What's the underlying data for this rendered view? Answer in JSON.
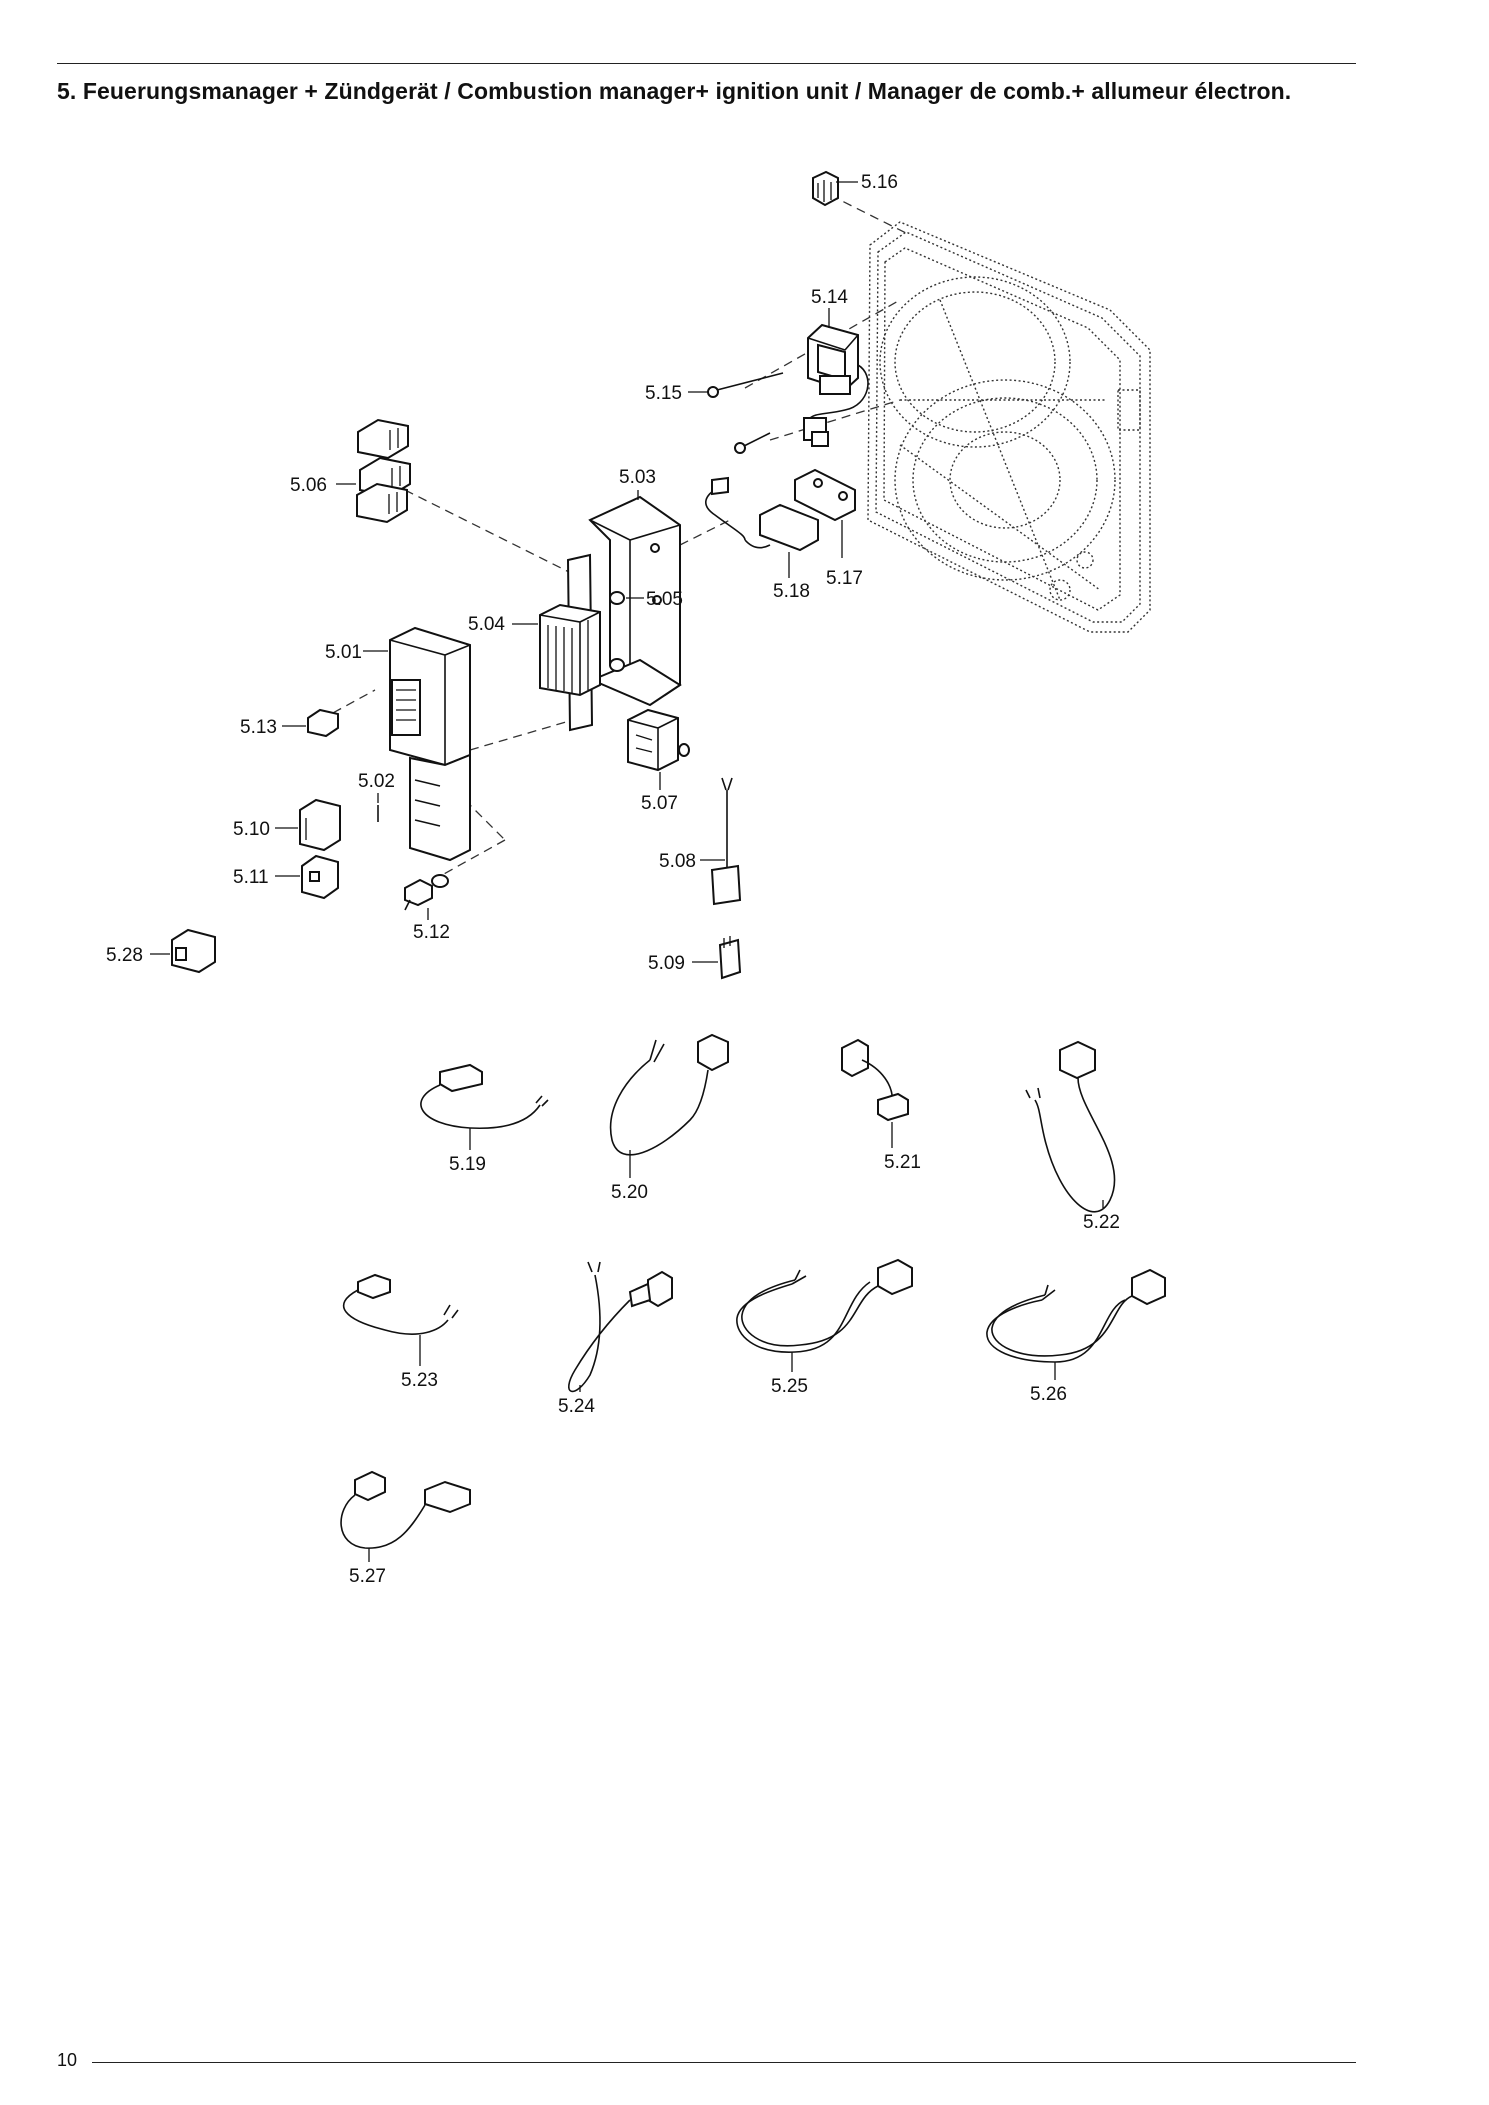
{
  "heading": "5. Feuerungsmanager + Zündgerät / Combustion manager+ ignition unit / Manager de comb.+ allumeur électron.",
  "page_number": "10",
  "callouts": {
    "c501": "5.01",
    "c502": "5.02",
    "c503": "5.03",
    "c504": "5.04",
    "c505": "5.05",
    "c506": "5.06",
    "c507": "5.07",
    "c508": "5.08",
    "c509": "5.09",
    "c510": "5.10",
    "c511": "5.11",
    "c512": "5.12",
    "c513": "5.13",
    "c514": "5.14",
    "c515": "5.15",
    "c516": "5.16",
    "c517": "5.17",
    "c518": "5.18",
    "c519": "5.19",
    "c520": "5.20",
    "c521": "5.21",
    "c522": "5.22",
    "c523": "5.23",
    "c524": "5.24",
    "c525": "5.25",
    "c526": "5.26",
    "c527": "5.27",
    "c528": "5.28"
  }
}
